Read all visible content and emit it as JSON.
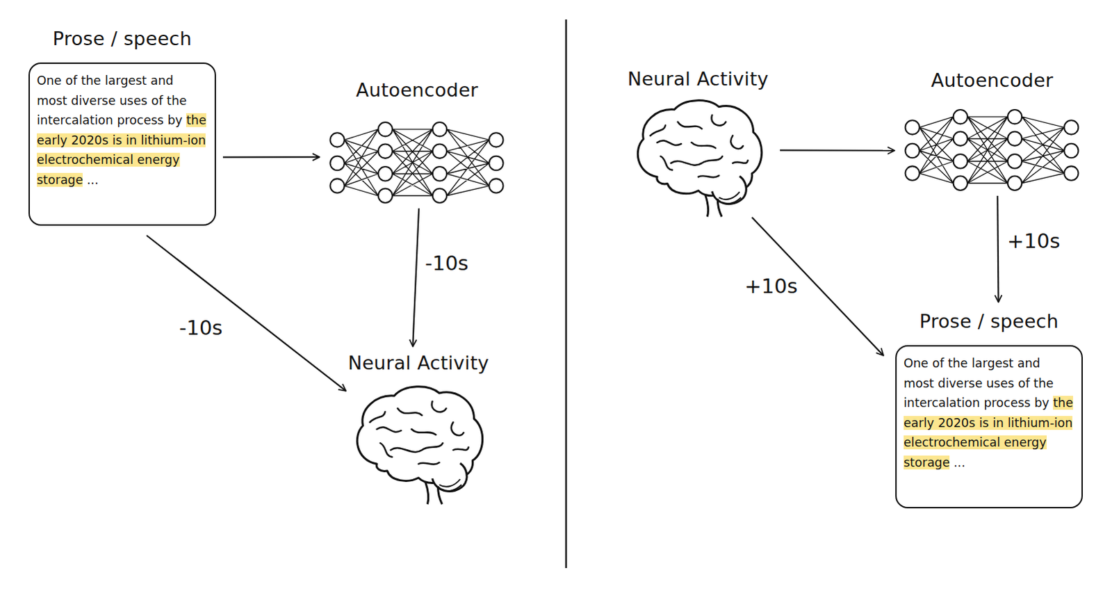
{
  "diagram": {
    "nodes": [
      {
        "text": [
          "Prose / speech",
          "One of the largest and most diverse uses of the intercalation process by the early 2020s is in lithium-ion electrochemical energy storage ..."
        ]
      },
      {
        "text": [
          "Autoencoder"
        ]
      },
      {
        "text": [
          "Neural Activity"
        ]
      },
      {
        "text": [
          "Neural Activity"
        ]
      },
      {
        "text": [
          "Autoencoder"
        ]
      },
      {
        "text": [
          "Prose / speech",
          "One of the largest and most diverse uses of the intercalation process by the early 2020s is in lithium-ion electrochemical energy storage ..."
        ]
      }
    ],
    "edges": [
      {
        "from": 0,
        "to": 1,
        "arrow": "to"
      },
      {
        "from": 1,
        "to": 2,
        "label": "-10s",
        "arrow": "to"
      },
      {
        "from": 0,
        "to": 2,
        "label": "-10s",
        "arrow": "to"
      },
      {
        "from": 3,
        "to": 4,
        "arrow": "to"
      },
      {
        "from": 4,
        "to": 5,
        "label": "+10s",
        "arrow": "to"
      },
      {
        "from": 3,
        "to": 5,
        "label": "+10s",
        "arrow": "to"
      }
    ]
  }
}
